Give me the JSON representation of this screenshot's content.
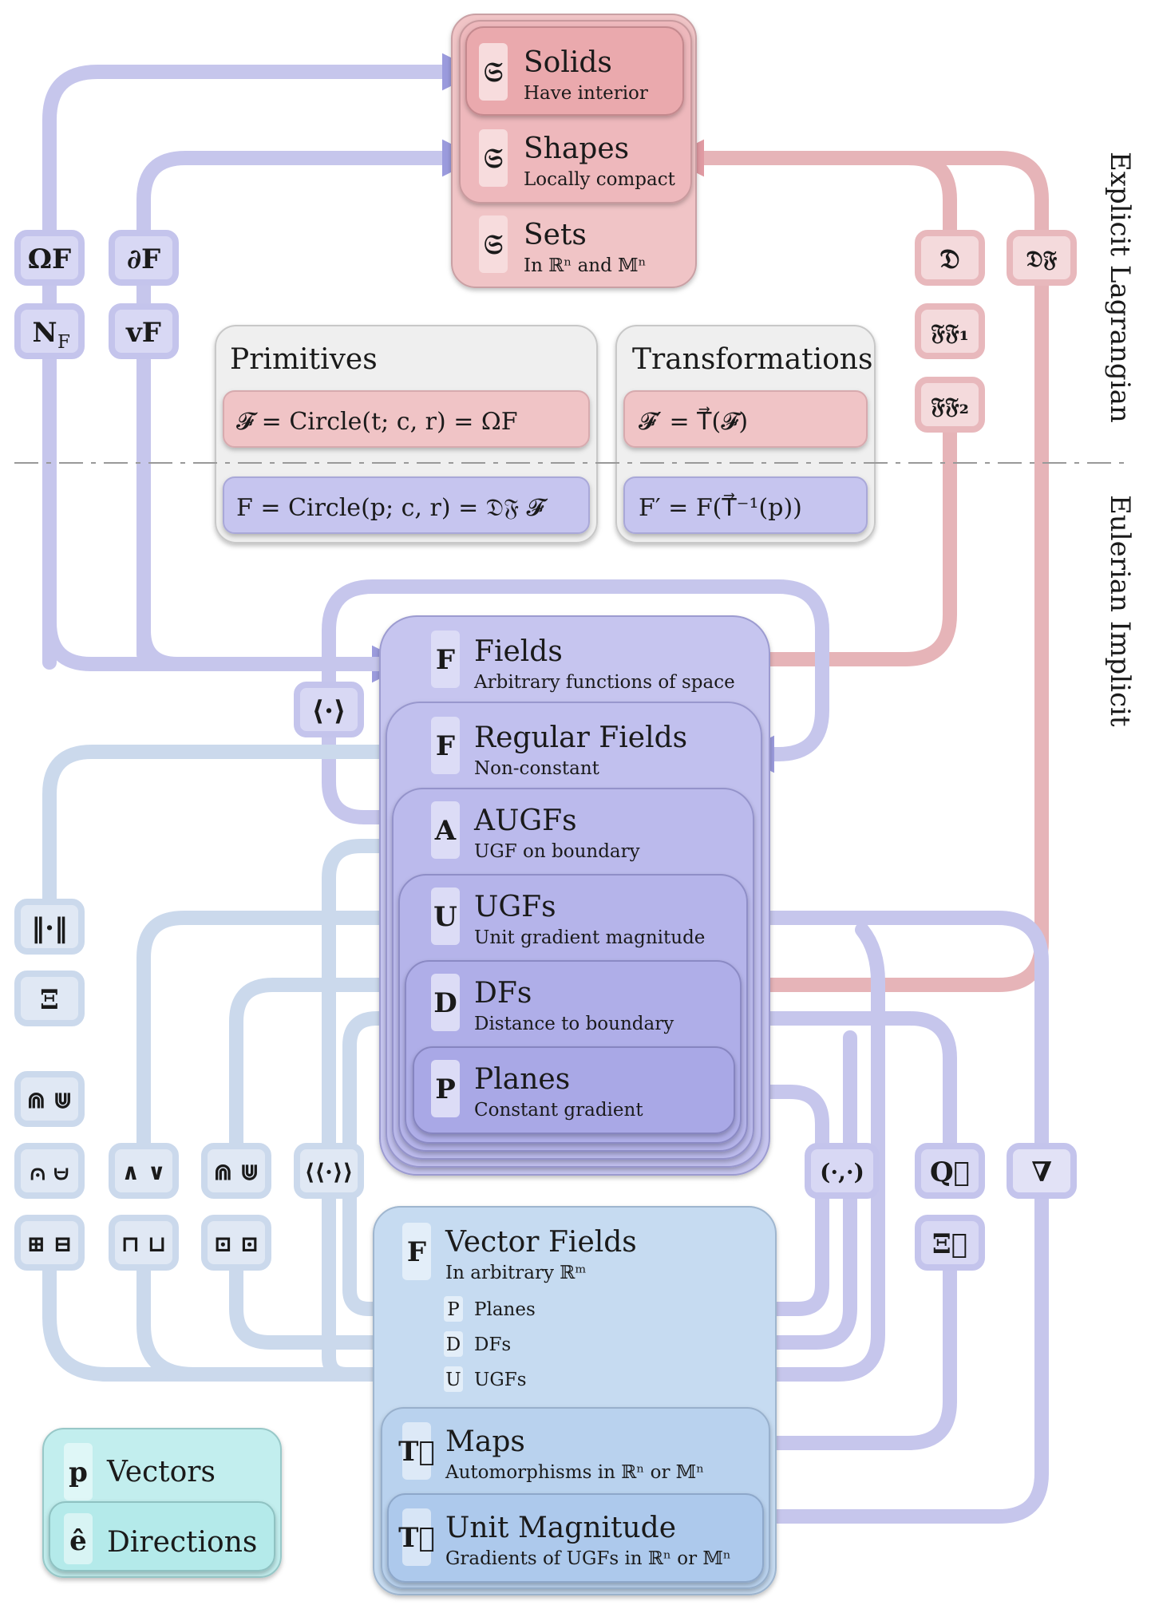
{
  "side_labels": {
    "top": "Explicit Lagrangian",
    "bottom": "Eulerian Implicit"
  },
  "lagrangian": {
    "solids": {
      "icon": "𝔖",
      "title": "Solids",
      "subtitle": "Have interior"
    },
    "shapes": {
      "icon": "𝔖",
      "title": "Shapes",
      "subtitle": "Locally compact"
    },
    "sets": {
      "icon": "𝔖",
      "title": "Sets",
      "subtitle": "In ℝⁿ and 𝕄ⁿ"
    }
  },
  "primitives": {
    "title": "Primitives",
    "lagrangian_formula": "𝓕 = Circle(t; c, r) = ΩF",
    "eulerian_formula": "F = Circle(p; c, r) = 𝔇𝔉 𝓕"
  },
  "transformations": {
    "title": "Transformations",
    "lagrangian_formula": "𝓕′ = T⃗(𝓕)",
    "eulerian_formula": "F′ = F(T⃗⁻¹(p))"
  },
  "eulerian": {
    "fields": {
      "icon": "F",
      "title": "Fields",
      "subtitle": "Arbitrary functions of space"
    },
    "regular": {
      "icon": "F",
      "title": "Regular Fields",
      "subtitle": "Non-constant"
    },
    "augfs": {
      "icon": "A",
      "title": "AUGFs",
      "subtitle": "UGF on boundary"
    },
    "ugfs": {
      "icon": "U",
      "title": "UGFs",
      "subtitle": "Unit gradient magnitude"
    },
    "dfs": {
      "icon": "D",
      "title": "DFs",
      "subtitle": "Distance to boundary"
    },
    "planes": {
      "icon": "P",
      "title": "Planes",
      "subtitle": "Constant gradient"
    }
  },
  "vector_fields": {
    "icon": "F",
    "title": "Vector Fields",
    "subtitle": "In arbitrary ℝᵐ",
    "items": [
      {
        "icon": "P",
        "label": "Planes"
      },
      {
        "icon": "D",
        "label": "DFs"
      },
      {
        "icon": "U",
        "label": "UGFs"
      }
    ]
  },
  "maps": {
    "icon": "T⃗",
    "title": "Maps",
    "subtitle": "Automorphisms in ℝⁿ or 𝕄ⁿ"
  },
  "unit_magnitude": {
    "icon": "T⃗",
    "title": "Unit Magnitude",
    "subtitle": "Gradients of UGFs in ℝⁿ or 𝕄ⁿ"
  },
  "legend": {
    "vectors": {
      "icon": "p",
      "label": "Vectors"
    },
    "directions": {
      "icon": "ê",
      "label": "Directions"
    }
  },
  "operators": {
    "omega_f": "ΩF",
    "n_f": "N",
    "n_f_sub": "F",
    "partial_f": "∂F",
    "v_f": "vF",
    "frak_d": "𝔇",
    "frak_df": "𝔇𝔉",
    "frak_ff1": "𝔉𝔉₁",
    "frak_ff2": "𝔉𝔉₂",
    "brace": "⟨·⟩",
    "norm": "‖·‖",
    "xi": "Ξ",
    "blend_round": "⋒ ⋓",
    "union_a": "⩀ ⩁",
    "union_b": "⊞ ⊟",
    "wedge_vee": "∧ ∨",
    "cap_cup": "⊓ ⊔",
    "round_set_a": "⋒ ⋓",
    "round_set_b": "⊡ ⊡",
    "double_brace": "⟨⟨·⟩⟩",
    "pair": "(·,·)",
    "q": "Q⃗",
    "xi_vec": "Ξ⃗",
    "nabla": "∇"
  },
  "colors": {
    "red_fill": "#f0c4c6",
    "red_stroke": "#e8a2a6",
    "red_line": "#e6b4b8",
    "blue_fill": "#c6c5ef",
    "blue_line": "#c6c6ec",
    "lightblue_line": "#cbd9ec",
    "vector_fill": "#c6dbf1",
    "teal_fill": "#c2eeee",
    "gray_fill": "#efefef"
  }
}
